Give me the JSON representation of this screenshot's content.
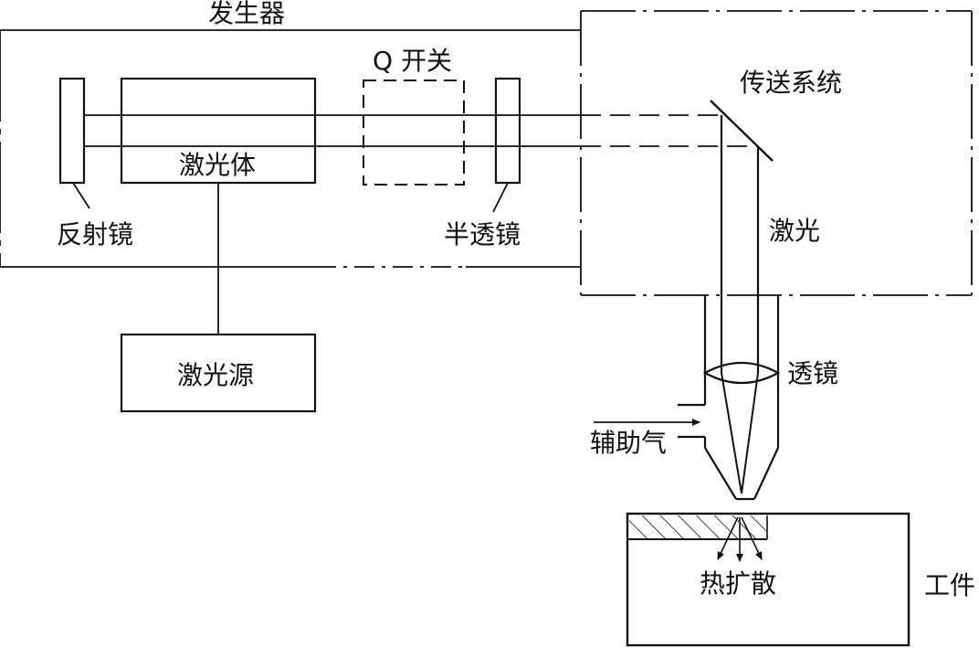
{
  "labels": {
    "generator": "发生器",
    "q_switch": "Q 开关",
    "delivery_system": "传送系统",
    "reflector": "反射镜",
    "laser_body": "激光体",
    "half_mirror": "半透镜",
    "laser": "激光",
    "laser_source": "激光源",
    "lens": "透镜",
    "assist_gas": "辅助气",
    "heat_diffusion": "热扩散",
    "workpiece": "工件"
  },
  "colors": {
    "ink": "#111111",
    "background": "#ffffff"
  }
}
